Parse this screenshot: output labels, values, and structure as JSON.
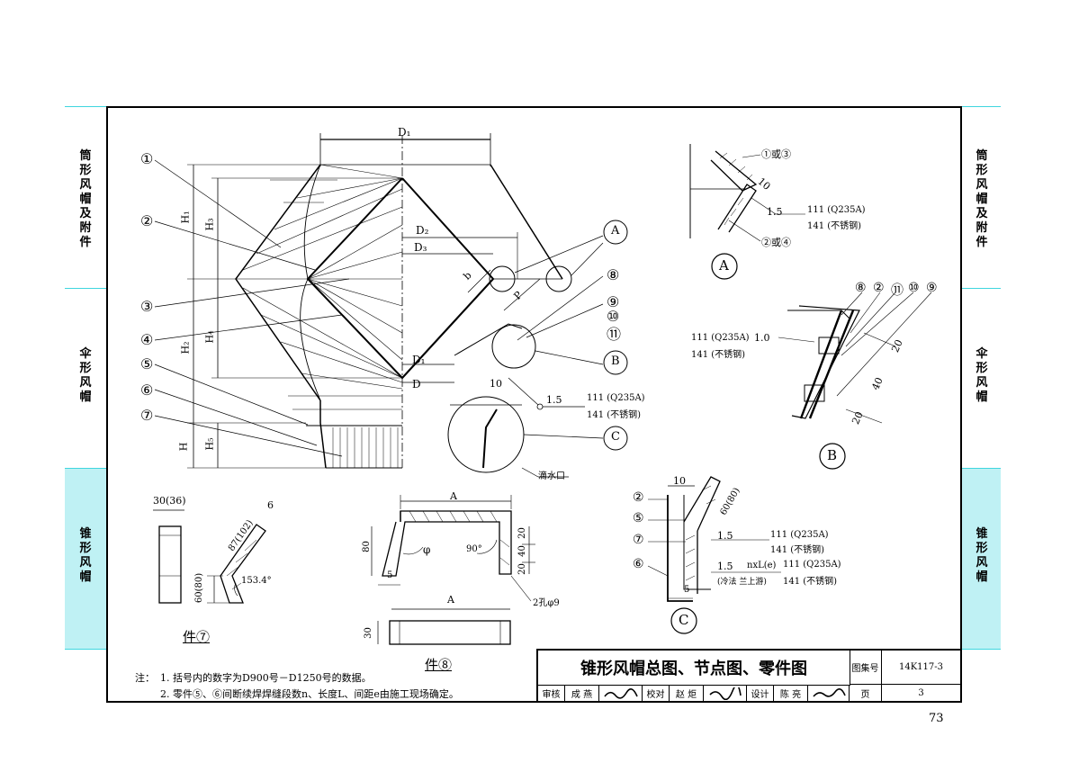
{
  "page_number": "73",
  "side_tabs_left": [
    {
      "label": "筒形风帽及附件",
      "active": false
    },
    {
      "label": "伞形风帽",
      "active": false
    },
    {
      "label": "锥形风帽",
      "active": true
    }
  ],
  "side_tabs_right": [
    {
      "label": "筒形风帽及附件",
      "active": false
    },
    {
      "label": "伞形风帽",
      "active": false
    },
    {
      "label": "锥形风帽",
      "active": true
    }
  ],
  "colors": {
    "tab_line": "#3fd6df",
    "tab_active_bg": "#bff1f4"
  },
  "main_view": {
    "dims": {
      "D1": "D₁",
      "D2": "D₂",
      "D3": "D₃",
      "D0": "D₁",
      "D": "D",
      "H1": "H₁",
      "H2": "H₂",
      "H3": "H₃",
      "H4": "H₄",
      "H5": "H₅",
      "H": "H",
      "b": "b",
      "P": "P",
      "ten": "10"
    },
    "callouts": [
      "①",
      "②",
      "③",
      "④",
      "⑤",
      "⑥",
      "⑦"
    ],
    "right_callouts": [
      "A",
      "⑧",
      "⑨",
      "⑩",
      "⑪",
      "B",
      "C"
    ],
    "weld_note": {
      "size": "1.5",
      "line1": "111 (Q235A)",
      "line2": "141 (不锈钢)"
    },
    "drain_label": "滴水口"
  },
  "detail_A": {
    "label": "A",
    "callout_top": "①或③",
    "callout_bottom": "②或④",
    "dim": "10",
    "weld_size": "1.5",
    "weld_line1": "111 (Q235A)",
    "weld_line2": "141 (不锈钢)"
  },
  "detail_B": {
    "label": "B",
    "callouts": [
      "⑧",
      "②",
      "⑪",
      "⑩",
      "⑨"
    ],
    "weld_size": "1.0",
    "weld_line1": "111 (Q235A)",
    "weld_line2": "141 (不锈钢)",
    "dims": [
      "20",
      "40",
      "20"
    ]
  },
  "detail_C": {
    "label": "C",
    "callouts": [
      "②",
      "⑤",
      "⑦",
      "⑥"
    ],
    "dims": [
      "10",
      "60(80)",
      "5"
    ],
    "weld1_size": "1.5",
    "weld1_line1": "111 (Q235A)",
    "weld1_line2": "141 (不锈钢)",
    "weld2_size": "1.5",
    "weld2_spec": "nxL(e)",
    "weld2_line1": "111 (Q235A)",
    "weld2_line2": "141 (不锈钢)",
    "weld2_note": "(冷法 兰上游)"
  },
  "part7": {
    "label": "件⑦",
    "dims": [
      "30(36)",
      "6",
      "87(102)",
      "60(80)",
      "153.4°"
    ]
  },
  "part8": {
    "label": "件⑧",
    "dims": [
      "A",
      "80",
      "5",
      "90°",
      "20",
      "40",
      "20",
      "A",
      "30"
    ],
    "phi": "φ",
    "holes": "2孔φ9"
  },
  "notes": {
    "prefix": "注：",
    "line1": "1. 括号内的数字为D900号－D1250号的数据。",
    "line2": "2. 零件⑤、⑥间断续焊焊缝段数n、长度L、间距e由施工现场确定。"
  },
  "title_block": {
    "title": "锥形风帽总图、节点图、零件图",
    "atlas_label": "图集号",
    "atlas_no": "14K117-3",
    "page_label": "页",
    "page_no": "3",
    "row": [
      "审核",
      "成 燕",
      "",
      "校对",
      "赵 炬",
      "",
      "设计",
      "陈 亮",
      ""
    ]
  }
}
